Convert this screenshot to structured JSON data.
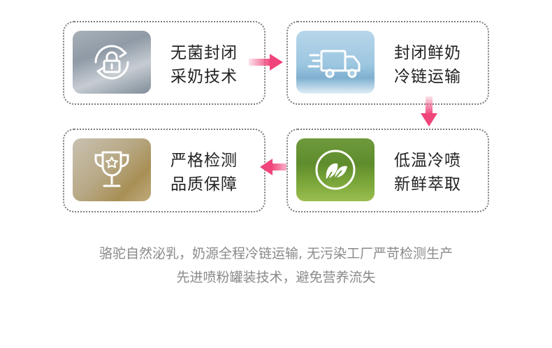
{
  "steps": [
    {
      "line1": "无菌封闭",
      "line2": "采奶技术",
      "icon": "lock-refresh-icon"
    },
    {
      "line1": "封闭鲜奶",
      "line2": "冷链运输",
      "icon": "truck-icon"
    },
    {
      "line1": "低温冷喷",
      "line2": "新鲜萃取",
      "icon": "leaf-icon"
    },
    {
      "line1": "严格检测",
      "line2": "品质保障",
      "icon": "trophy-icon"
    }
  ],
  "caption": {
    "line1": "骆驼自然泌乳，奶源全程冷链运输, 无污染工厂严苛检测生产",
    "line2": "先进喷粉罐装技术，避免营养流失"
  },
  "colors": {
    "arrow": "#f0457a",
    "border": "#7a7a7a",
    "caption": "#8a8a8a"
  }
}
